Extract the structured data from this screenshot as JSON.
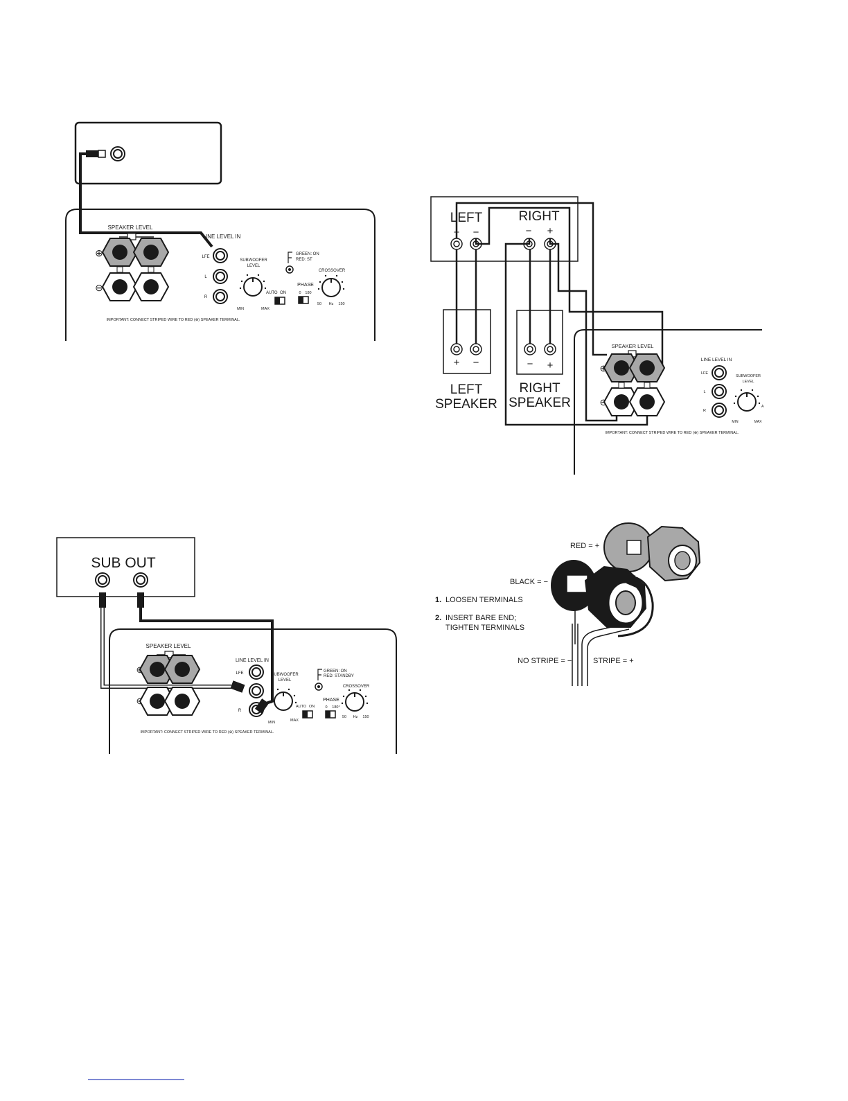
{
  "panel": {
    "speaker_level": "SPEAKER LEVEL",
    "line_level_in": "LINE LEVEL IN",
    "lfe": "LFE",
    "l": "L",
    "r": "R",
    "subwoofer": "SUBWOOFER",
    "level": "LEVEL",
    "min": "MIN",
    "max": "MAX",
    "auto": "AUTO",
    "on": "ON",
    "phase": "PHASE",
    "phase_0": "0",
    "phase_180": "180°",
    "crossover": "CROSSOVER",
    "xo_50": "50",
    "xo_hz": "Hz",
    "xo_150": "150",
    "important": "IMPORTANT: CONNECT STRIPED WIRE TO RED (⊕) SPEAKER TERMINAL."
  },
  "fig1": {
    "green": "GREEN: ON",
    "red": "RED: ST",
    "phase_180": "180"
  },
  "fig2": {
    "left": "LEFT",
    "right": "RIGHT",
    "plus": "+",
    "minus": "−",
    "left_speaker_1": "LEFT",
    "left_speaker_2": "SPEAKER",
    "right_speaker_1": "RIGHT",
    "right_speaker_2": "SPEAKER",
    "max_a": "A"
  },
  "fig3": {
    "sub_out": "SUB OUT",
    "green": "GREEN: ON",
    "red": "RED: STANDBY"
  },
  "fig4": {
    "red_plus": "RED = +",
    "black_minus": "BLACK = −",
    "step1_num": "1.",
    "step1": "LOOSEN TERMINALS",
    "step2_num": "2.",
    "step2_a": "INSERT BARE END;",
    "step2_b": "TIGHTEN TERMINALS",
    "no_stripe": "NO STRIPE = −",
    "stripe": "STRIPE = +"
  },
  "colors": {
    "ink": "#1a1a1a",
    "gray": "#a8a8a8",
    "link": "#3344bb"
  }
}
